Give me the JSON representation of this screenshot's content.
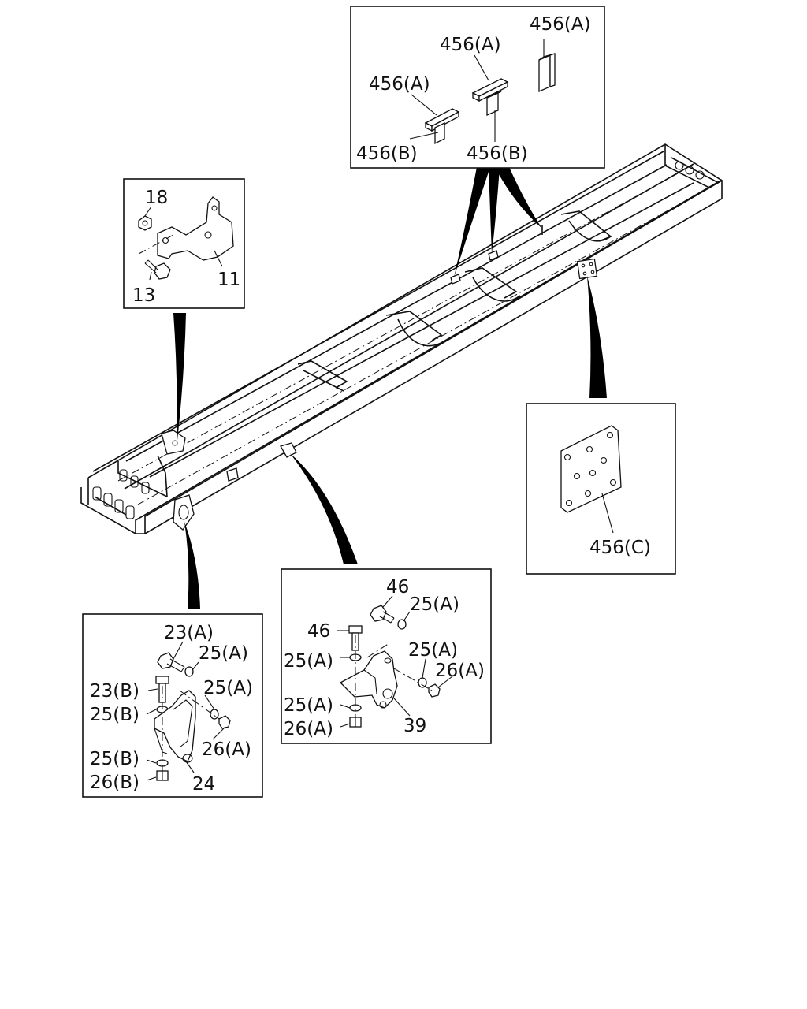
{
  "callouts": {
    "top": {
      "label_a1": "456(A)",
      "label_a2": "456(A)",
      "label_a3": "456(A)",
      "label_b1": "456(B)",
      "label_b2": "456(B)"
    },
    "bracket": {
      "label_18": "18",
      "label_13": "13",
      "label_11": "11"
    },
    "plate": {
      "label_c": "456(C)"
    },
    "mount_left": {
      "label_23a": "23(A)",
      "label_25a_1": "25(A)",
      "label_23b": "23(B)",
      "label_25a_2": "25(A)",
      "label_25b_1": "25(B)",
      "label_26a": "26(A)",
      "label_25b_2": "25(B)",
      "label_24": "24",
      "label_26b": "26(B)"
    },
    "mount_center": {
      "label_46_1": "46",
      "label_25a_1": "25(A)",
      "label_46_2": "46",
      "label_25a_2": "25(A)",
      "label_25a_3": "25(A)",
      "label_26a_1": "26(A)",
      "label_25a_4": "25(A)",
      "label_39": "39",
      "label_26a_2": "26(A)"
    }
  }
}
